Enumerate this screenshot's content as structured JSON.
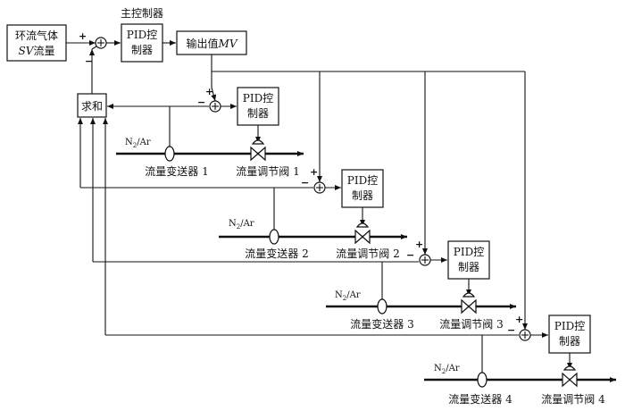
{
  "colors": {
    "stroke": "#111111",
    "background": "#ffffff"
  },
  "sv_flow": {
    "line1": "环流气体",
    "line2_italic": "SV",
    "line2_rest": "流量"
  },
  "main_controller": {
    "caption": "主控制器",
    "box_line1": "PID控",
    "box_line2": "制器"
  },
  "output": {
    "text": "输出值",
    "italic": "MV"
  },
  "sum_block": "求和",
  "pid": {
    "line1": "PID控",
    "line2": "制器"
  },
  "gas": {
    "n": "N",
    "sub": "2",
    "rest": "/Ar"
  },
  "loops": [
    {
      "transmitter": "流量变送器 1",
      "valve": "流量调节阀 1"
    },
    {
      "transmitter": "流量变送器 2",
      "valve": "流量调节阀 2"
    },
    {
      "transmitter": "流量变送器 3",
      "valve": "流量调节阀 3"
    },
    {
      "transmitter": "流量变送器 4",
      "valve": "流量调节阀 4"
    }
  ],
  "signs": {
    "plus": "+",
    "minus": "−"
  }
}
